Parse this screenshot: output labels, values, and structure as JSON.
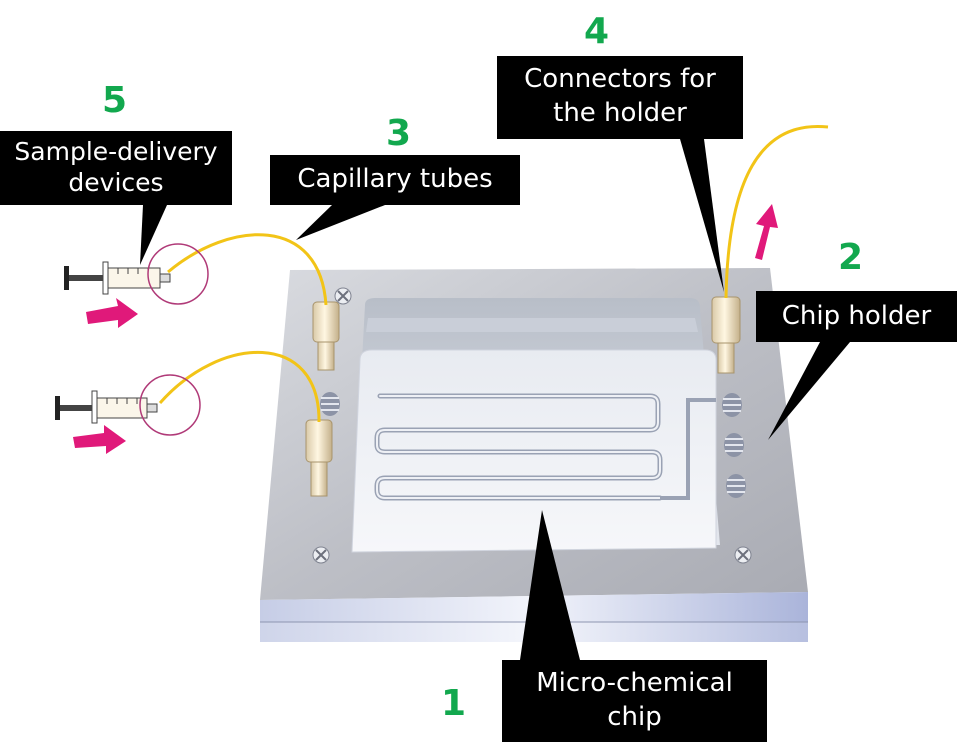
{
  "labels": {
    "micro_chemical_chip": {
      "number": "1",
      "line1": "Micro-chemical",
      "line2": "chip"
    },
    "chip_holder": {
      "number": "2",
      "text": "Chip holder"
    },
    "capillary_tubes": {
      "number": "3",
      "text": "Capillary tubes"
    },
    "connectors": {
      "number": "4",
      "line1": "Connectors for",
      "line2": "the holder"
    },
    "sample_delivery": {
      "number": "5",
      "line1": "Sample-delivery",
      "line2": "devices"
    }
  },
  "colors": {
    "number_green": "#12a84e",
    "arrow_magenta": "#e0197a",
    "tube_yellow": "#f2c417",
    "callout_black": "#000000",
    "circle_pink": "#b03a78"
  },
  "icons": [
    "syringe-icon",
    "flow-arrow-icon",
    "screw-icon",
    "threaded-hole-icon"
  ]
}
